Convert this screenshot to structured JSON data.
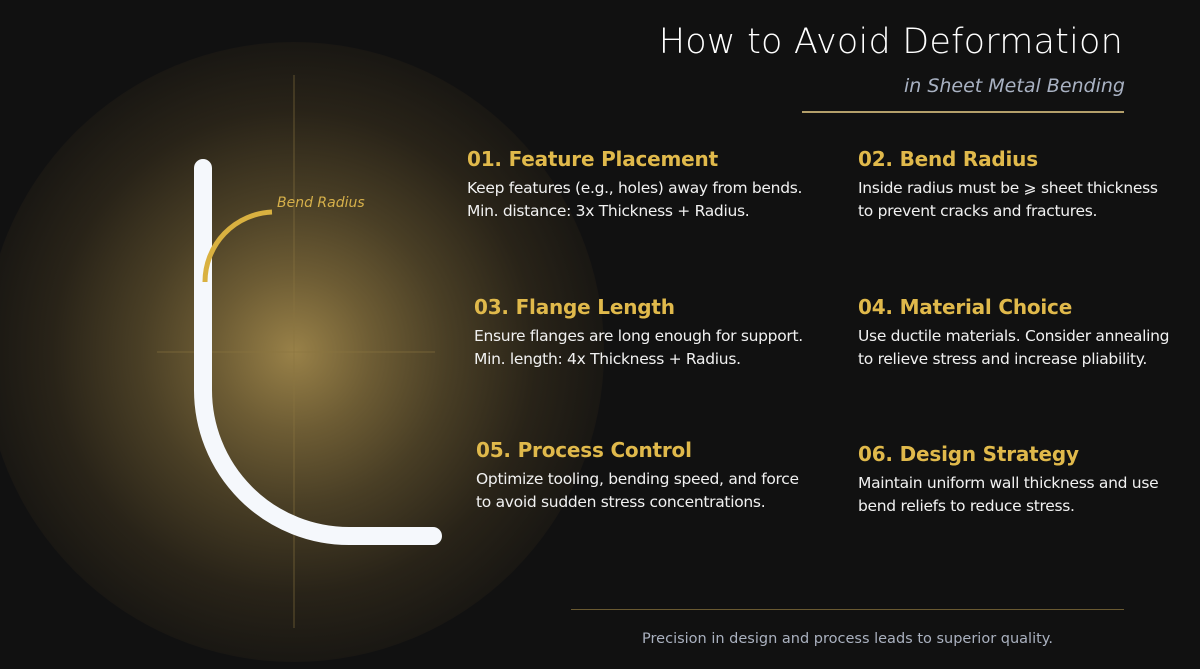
{
  "header": {
    "title": "How to Avoid Deformation",
    "subtitle": "in Sheet Metal Bending"
  },
  "diagram": {
    "bend_label": "Bend Radius",
    "colors": {
      "sheet": "#f5f8fc",
      "accent": "#d9b140",
      "crosshair": "#8a7540",
      "background": "#111111"
    }
  },
  "tips": [
    {
      "title": "01. Feature Placement",
      "lines": [
        "Keep features (e.g., holes) away from bends.",
        "Min. distance: 3x Thickness + Radius."
      ]
    },
    {
      "title": "02. Bend Radius",
      "lines": [
        "Inside radius must be ⩾ sheet thickness",
        "to prevent cracks and fractures."
      ]
    },
    {
      "title": "03. Flange Length",
      "lines": [
        "Ensure flanges are long enough for support.",
        "Min. length: 4x Thickness + Radius."
      ]
    },
    {
      "title": "04. Material Choice",
      "lines": [
        "Use ductile materials. Consider annealing",
        "to relieve stress and increase pliability."
      ]
    },
    {
      "title": "05. Process Control",
      "lines": [
        "Optimize tooling, bending speed, and force",
        "to avoid sudden stress concentrations."
      ]
    },
    {
      "title": "06. Design Strategy",
      "lines": [
        "Maintain uniform wall thickness and use",
        "bend reliefs to reduce stress."
      ]
    }
  ],
  "footer": {
    "text": "Precision in design and process leads to superior quality."
  }
}
